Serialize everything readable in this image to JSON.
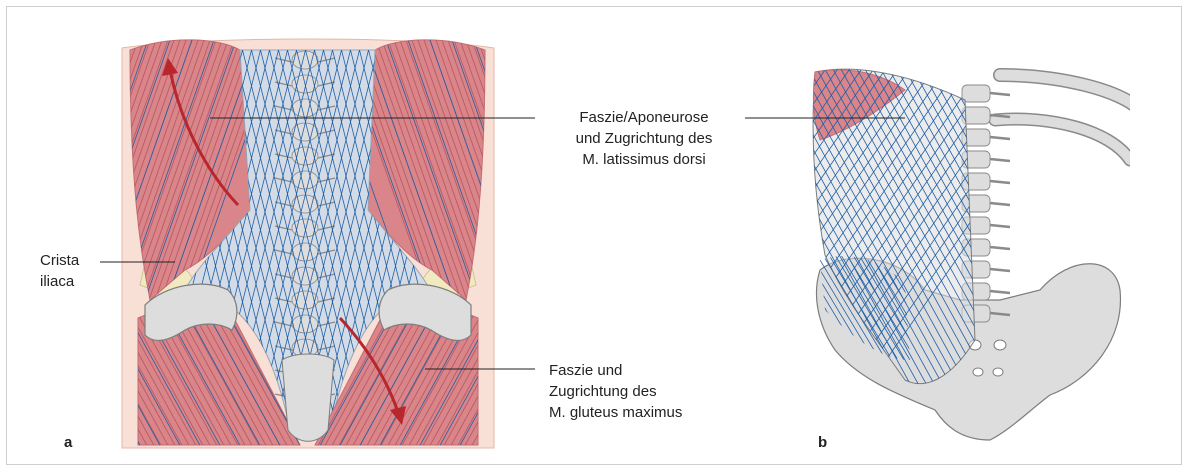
{
  "panels": [
    {
      "letter": "a"
    },
    {
      "letter": "b"
    }
  ],
  "labels": {
    "latissimus": {
      "line1": "Faszie/Aponeurose",
      "line2": "und Zugrichtung des",
      "line3": "M. latissimus dorsi"
    },
    "crista": {
      "line1": "Crista",
      "line2": "iliaca"
    },
    "gluteus": {
      "line1": "Faszie und",
      "line2": "Zugrichtung des",
      "line3": "M. gluteus maximus"
    }
  },
  "colors": {
    "muscle": "#d9858a",
    "muscle_light": "#eeb3b0",
    "skin": "#f8e0d6",
    "fascia": "#d3dbe6",
    "bone": "#dddddd",
    "bone_stroke": "#8a8a8a",
    "fiber": "#1f5fa8",
    "arrow": "#b8262e",
    "yellow_fascia": "#f1e9bf"
  }
}
